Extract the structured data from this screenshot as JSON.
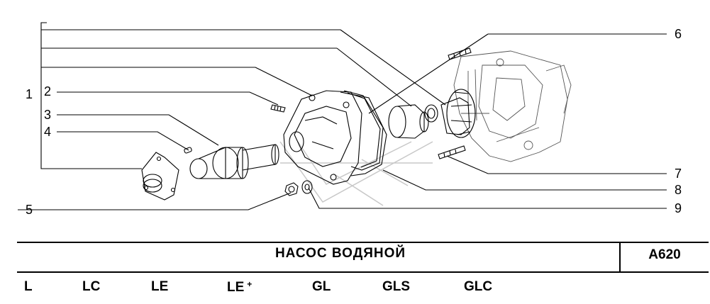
{
  "diagram": {
    "callouts": {
      "c1": "1",
      "c2": "2",
      "c3": "3",
      "c4": "4",
      "c5": "5",
      "c6": "6",
      "c7": "7",
      "c8": "8",
      "c9": "9"
    }
  },
  "title_block": {
    "title": "НАСОС ВОДЯНОЙ",
    "code": "A620"
  },
  "variants": {
    "v1": "L",
    "v2": "LC",
    "v3": "LE",
    "v4": "LE",
    "v4_sup": "+",
    "v5": "GL",
    "v6": "GLS",
    "v7": "GLC"
  }
}
